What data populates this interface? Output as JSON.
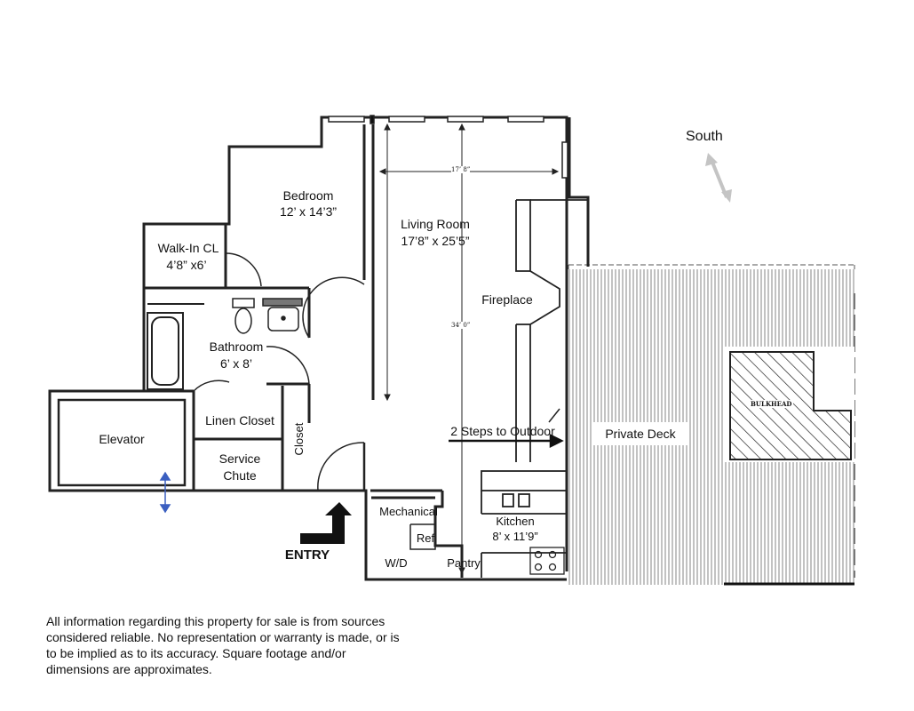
{
  "compass": {
    "label": "South"
  },
  "rooms": {
    "bedroom": {
      "name": "Bedroom",
      "dims": "12’ x 14’3”"
    },
    "living_room": {
      "name": "Living Room",
      "dims": "17’8” x 25’5”"
    },
    "walk_in_closet": {
      "name": "Walk-In CL",
      "dims": "4’8” x6’"
    },
    "bathroom": {
      "name": "Bathroom",
      "dims": "6’ x 8’"
    },
    "fireplace": {
      "name": "Fireplace"
    },
    "linen_closet": {
      "name": "Linen Closet"
    },
    "service_chute": {
      "name": "Service",
      "name2": "Chute"
    },
    "closet": {
      "name": "Closet"
    },
    "elevator": {
      "name": "Elevator"
    },
    "mechanical": {
      "name": "Mechanical"
    },
    "ref": {
      "name": "Ref"
    },
    "wd": {
      "name": "W/D"
    },
    "pantry": {
      "name": "Pantry"
    },
    "kitchen": {
      "name": "Kitchen",
      "dims": "8’ x 11’9”"
    },
    "private_deck": {
      "name": "Private Deck"
    },
    "bulkhead": {
      "name": "BULKHEAD"
    }
  },
  "annotations": {
    "steps": "2 Steps to Outdoor",
    "entry": "ENTRY",
    "dim_width": "17’ 8”",
    "dim_length": "34’ 0”"
  },
  "disclaimer": {
    "line1": "All information regarding this property for sale is from sources",
    "line2": "considered reliable. No representation or warranty is made, or is",
    "line3": "to be implied as to its accuracy. Square footage and/or",
    "line4": "dimensions are approximates."
  },
  "colors": {
    "wall": "#222222",
    "deck_line": "#9a9a9a",
    "arrow_blue": "#3b5fc0",
    "compass_gray": "#c4c4c4"
  }
}
